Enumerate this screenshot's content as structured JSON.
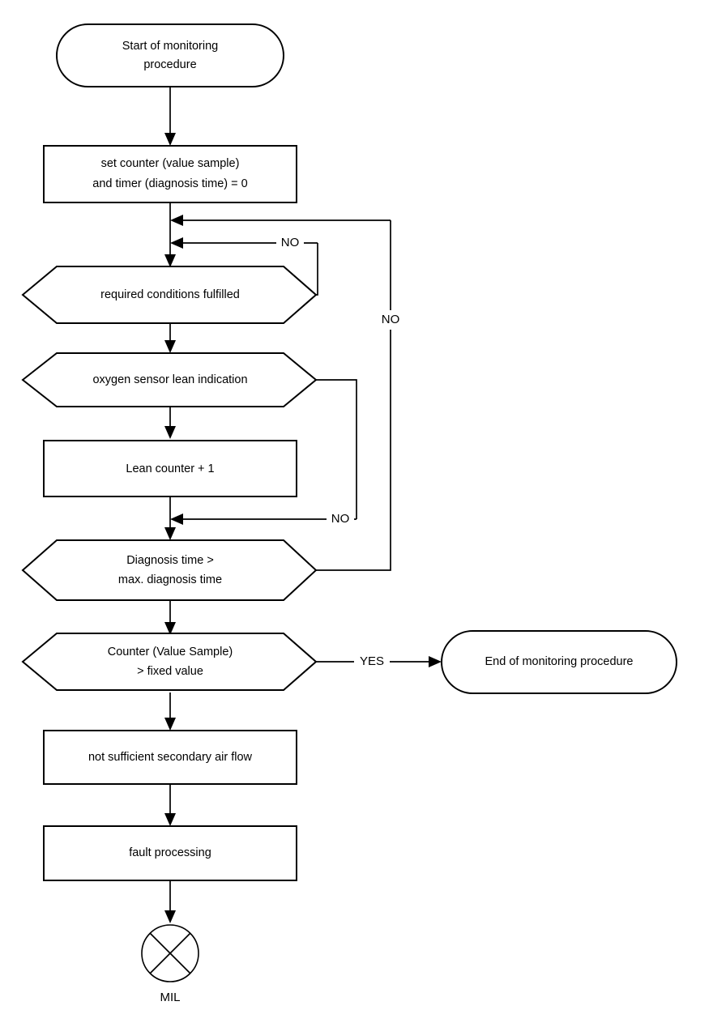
{
  "diagram": {
    "title": "Secondary air system monitoring procedure flowchart",
    "type": "flowchart",
    "background_color": "#ffffff",
    "line_color": "#000000",
    "nodes": [
      {
        "id": "start",
        "shape": "terminator",
        "lines": [
          "Start of monitoring",
          "procedure"
        ]
      },
      {
        "id": "set-counter",
        "shape": "process",
        "lines": [
          "set counter (value sample)",
          "and timer (diagnosis time) = 0"
        ]
      },
      {
        "id": "required-conditions",
        "shape": "decision-hexagon",
        "lines": [
          "required conditions fulfilled"
        ]
      },
      {
        "id": "oxygen-sensor",
        "shape": "decision-hexagon",
        "lines": [
          "oxygen sensor lean indication"
        ]
      },
      {
        "id": "lean-counter",
        "shape": "process",
        "lines": [
          "Lean counter + 1"
        ]
      },
      {
        "id": "diagnosis-time",
        "shape": "decision-hexagon",
        "lines": [
          "Diagnosis time >",
          "max. diagnosis time"
        ]
      },
      {
        "id": "counter-value-sample",
        "shape": "decision-hexagon",
        "lines": [
          "Counter (Value Sample)",
          "> fixed value"
        ]
      },
      {
        "id": "end",
        "shape": "terminator",
        "lines": [
          "End of monitoring procedure"
        ]
      },
      {
        "id": "not-sufficient-air",
        "shape": "process",
        "lines": [
          "not sufficient secondary air flow"
        ]
      },
      {
        "id": "fault-processing",
        "shape": "process",
        "lines": [
          "fault processing"
        ]
      },
      {
        "id": "mil",
        "shape": "circle-cross",
        "lines": [
          "MIL"
        ]
      }
    ],
    "edge_labels": {
      "conditions_no": "NO",
      "oxygen_no": "NO",
      "diagnosis_no": "NO",
      "counter_yes": "YES"
    },
    "mil_caption": "MIL"
  }
}
